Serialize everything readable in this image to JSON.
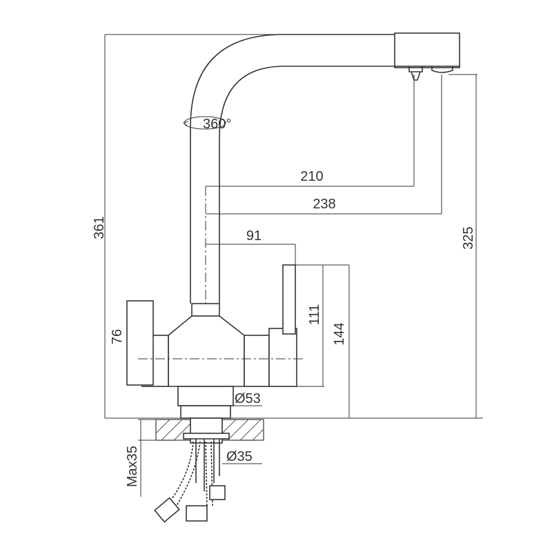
{
  "drawing": {
    "subject": "kitchen faucet technical drawing",
    "dimensions": {
      "total_height": "361",
      "spout_reach_1": "210",
      "spout_reach_2": "238",
      "outlet_height": "325",
      "handle_offset": "91",
      "handle_height_111": "111",
      "handle_height_144": "144",
      "left_handle_height": "76",
      "body_diameter": "Ø53",
      "mount_diameter": "Ø35",
      "max_counter_thickness": "Max35",
      "rotation": "360°"
    },
    "colors": {
      "line": "#333333",
      "background": "#ffffff"
    }
  }
}
